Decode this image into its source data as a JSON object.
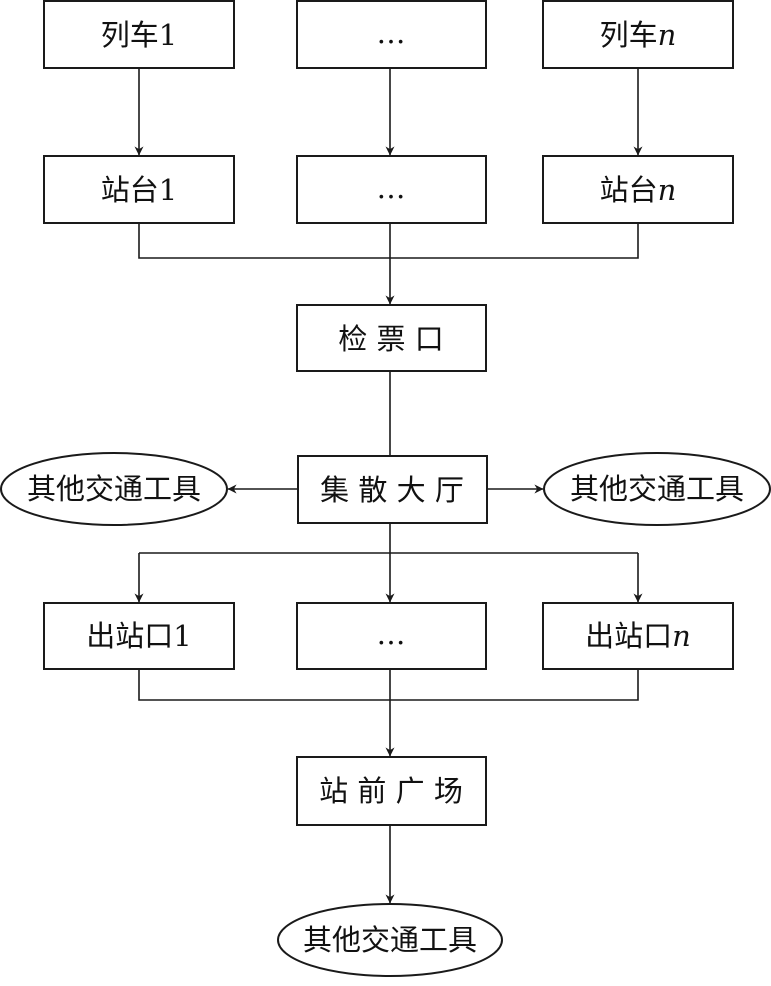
{
  "trains": {
    "first": {
      "prefix": "列车",
      "suffix": "1"
    },
    "middle": "…",
    "last": {
      "prefix": "列车",
      "suffix": "n"
    }
  },
  "platforms": {
    "first": {
      "prefix": "站台",
      "suffix": "1"
    },
    "middle": "…",
    "last": {
      "prefix": "站台",
      "suffix": "n"
    }
  },
  "ticket_gate": "检 票 口",
  "concourse": "集 散 大 厅",
  "other_transport_left": "其他交通工具",
  "other_transport_right": "其他交通工具",
  "exits": {
    "first": {
      "prefix": "出站口",
      "suffix": "1"
    },
    "middle": "…",
    "last": {
      "prefix": "出站口",
      "suffix": "n"
    }
  },
  "station_square": "站 前 广 场",
  "other_transport_bottom": "其他交通工具"
}
